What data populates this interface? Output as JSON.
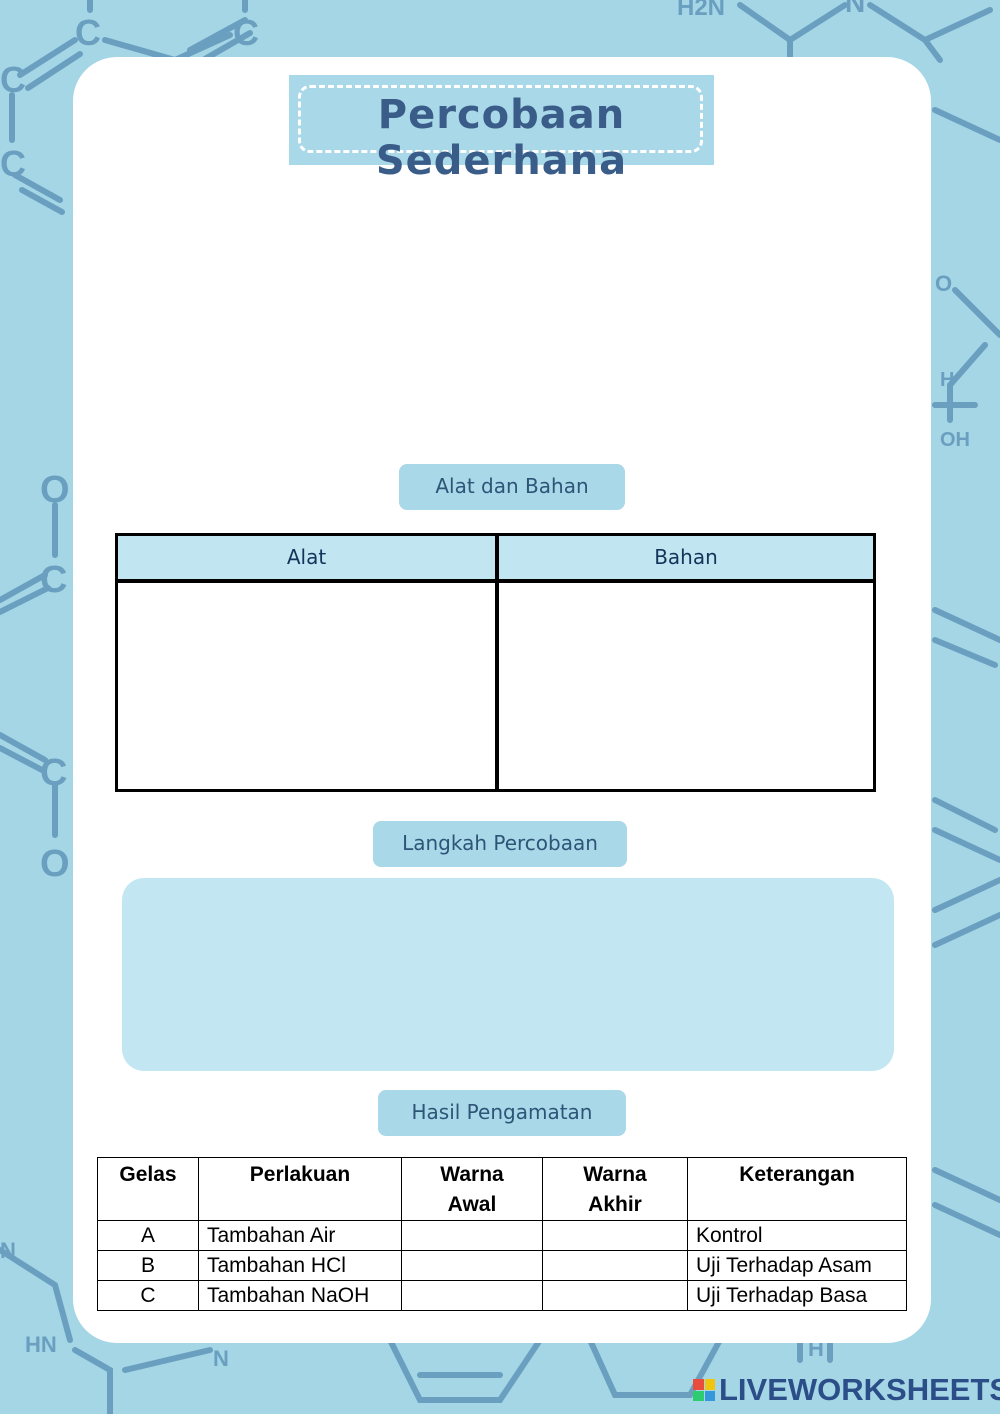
{
  "title": "Percobaan Sederhana",
  "sections": {
    "materials": "Alat dan Bahan",
    "steps": "Langkah Percobaan",
    "results": "Hasil Pengamatan"
  },
  "materials_table": {
    "columns": [
      "Alat",
      "Bahan"
    ]
  },
  "results_table": {
    "headers": [
      "Gelas",
      "Perlakuan",
      "Warna\nAwal",
      "Warna\nAkhir",
      "Keterangan"
    ],
    "rows": [
      [
        "A",
        "Tambahan Air",
        "",
        "",
        "Kontrol"
      ],
      [
        "B",
        "Tambahan HCl",
        "",
        "",
        "Uji Terhadap Asam"
      ],
      [
        "C",
        "Tambahan NaOH",
        "",
        "",
        "Uji Terhadap Basa"
      ]
    ]
  },
  "background_labels": {
    "h2n": "H2N",
    "n": "N",
    "c": "C",
    "o": "O",
    "h": "H",
    "oh": "OH",
    "hn": "HN"
  },
  "brand": {
    "name": "LIVEWORKSHEETS",
    "icon_colors": [
      "#e84c3d",
      "#f1c40f",
      "#2ecc71",
      "#3498db"
    ]
  },
  "colors": {
    "background": "#a4d6e6",
    "accent": "#a9d8e8",
    "molecule": "#5f93b5",
    "title": "#3a5c88"
  }
}
